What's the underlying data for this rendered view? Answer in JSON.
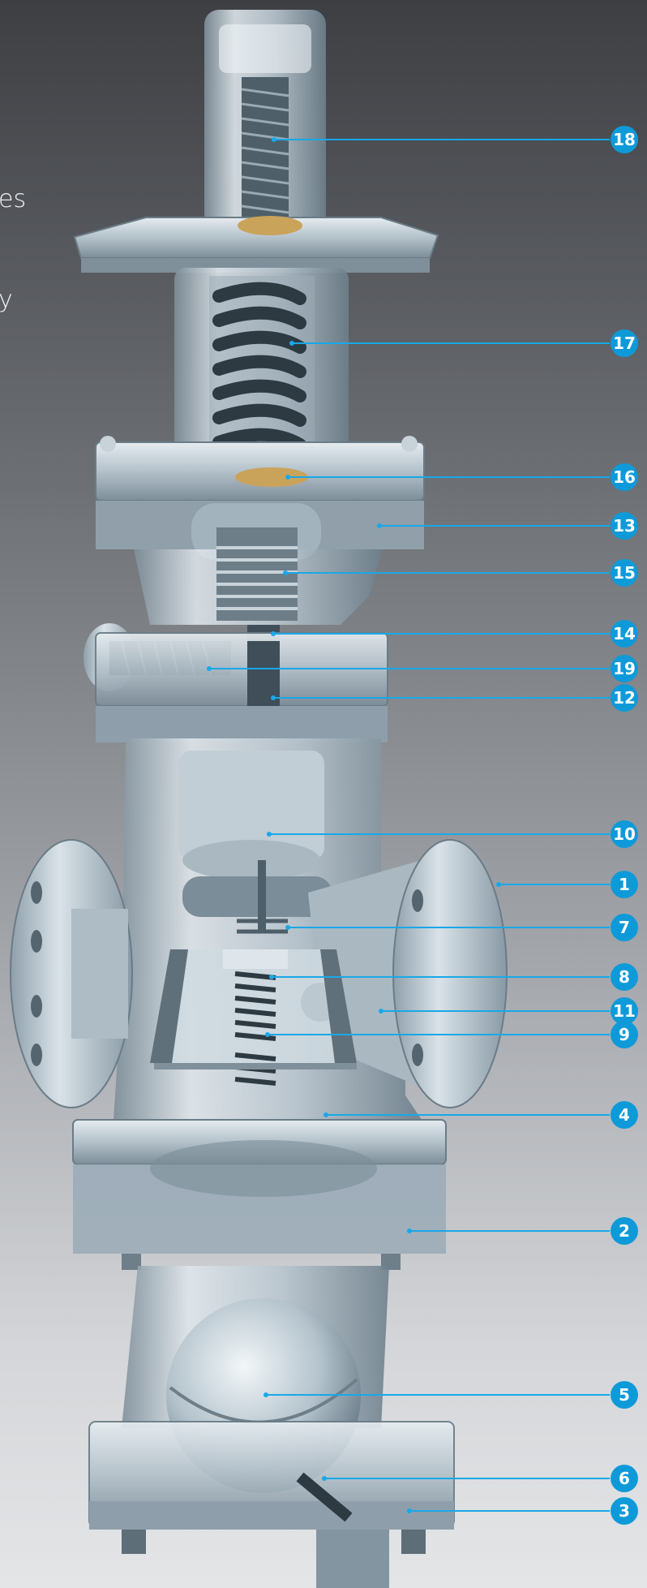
{
  "intro_text_fragments": [
    "es",
    "y"
  ],
  "callouts": [
    {
      "num": "18"
    },
    {
      "num": "17"
    },
    {
      "num": "16"
    },
    {
      "num": "13"
    },
    {
      "num": "15"
    },
    {
      "num": "14"
    },
    {
      "num": "19"
    },
    {
      "num": "12"
    },
    {
      "num": "10"
    },
    {
      "num": "1"
    },
    {
      "num": "7"
    },
    {
      "num": "8"
    },
    {
      "num": "11"
    },
    {
      "num": "9"
    },
    {
      "num": "4"
    },
    {
      "num": "2"
    },
    {
      "num": "5"
    },
    {
      "num": "6"
    },
    {
      "num": "3"
    }
  ],
  "colors": {
    "callout_fill": "#0e9ad9",
    "leader_line": "#19a8e8",
    "metal_light": "#d8e0e6",
    "metal_mid": "#9fb0bc",
    "metal_dark": "#5c6f7c",
    "spring_dark": "#2d3a42",
    "brass": "#c9a35a"
  }
}
